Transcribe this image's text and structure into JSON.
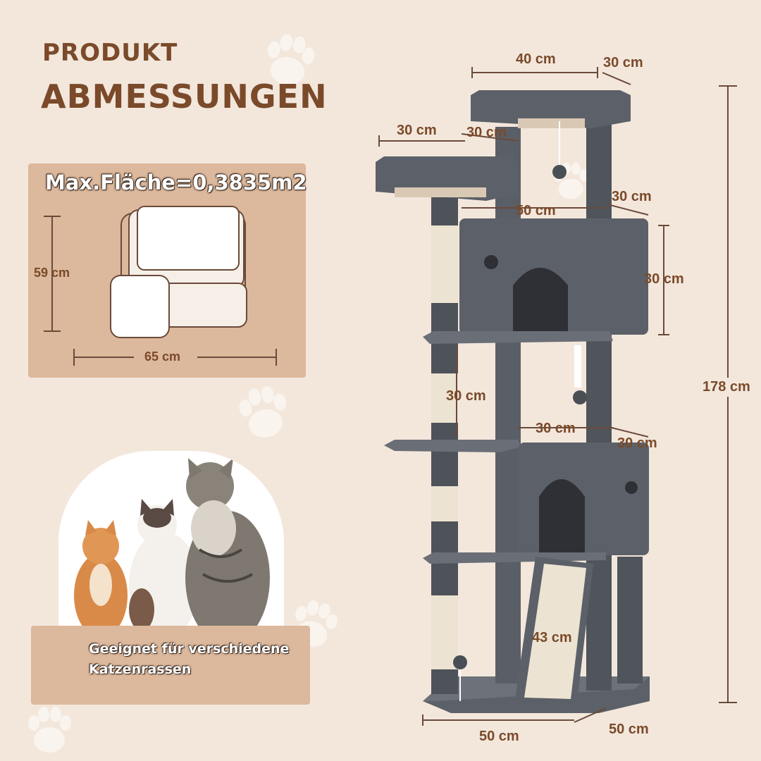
{
  "heading": {
    "line1": "PRODUKT",
    "line2": "ABMESSUNGEN"
  },
  "area_panel": {
    "title": "Max.Fläche=0,3835m2",
    "height_label": "59 cm",
    "width_label": "65 cm"
  },
  "caption_panel": {
    "line1": "Geeignet für verschiedene",
    "line2": "Katzenrassen"
  },
  "dimensions": {
    "top_platform_width": "40 cm",
    "top_platform_depth": "30 cm",
    "side_platform_width": "30 cm",
    "side_platform_depth": "30 cm",
    "upper_house_width": "50 cm",
    "upper_house_depth": "30 cm",
    "upper_house_height": "30 cm",
    "middle_gap": "30 cm",
    "lower_house_width": "30 cm",
    "lower_house_depth": "30 cm",
    "total_height": "178 cm",
    "ramp_length": "43 cm",
    "base_width": "50 cm",
    "base_depth": "50 cm"
  },
  "colors": {
    "background": "#f3e7dc",
    "accent_brown": "#7a4a2a",
    "panel_tan": "#dcb89c",
    "tree_gray": "#5c6068",
    "sisal": "#ece3d2"
  }
}
